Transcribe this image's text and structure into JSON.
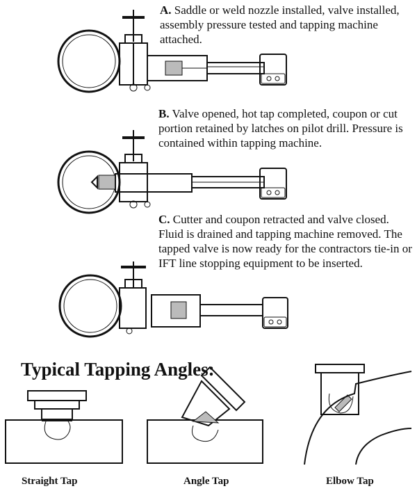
{
  "steps": [
    {
      "letter": "A.",
      "text": "Saddle or weld nozzle installed, valve installed, assembly pressure tested and tapping machine attached."
    },
    {
      "letter": "B.",
      "text": "Valve opened, hot tap completed, coupon or cut portion retained by latches on pilot drill. Pressure is contained within tapping machine."
    },
    {
      "letter": "C.",
      "text": "Cutter and coupon retracted and valve closed. Fluid is drained and tapping machine removed. The tapped valve is now ready for the contractors tie-in or IFT line stopping equipment to be inserted."
    }
  ],
  "angles": {
    "heading": "Typical Tapping Angles:",
    "captions": [
      "Straight Tap",
      "Angle Tap",
      "Elbow Tap"
    ]
  }
}
